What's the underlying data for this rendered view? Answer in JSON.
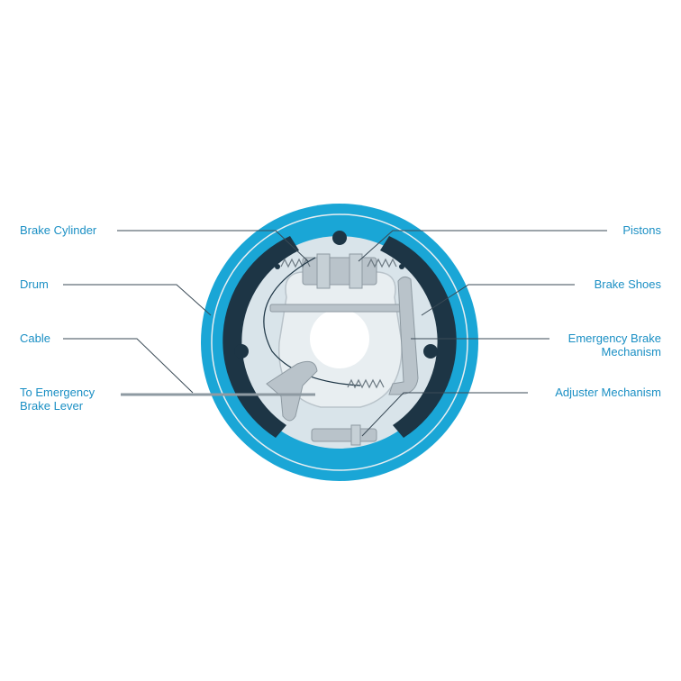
{
  "colors": {
    "drum_blue": "#1aa6d6",
    "drum_light": "#d9e4ea",
    "brake_shoe": "#1d3545",
    "parts_gray": "#b9c3ca",
    "label_text": "#1a8fc4",
    "leader_line": "#3a4a56"
  },
  "labels": {
    "brake_cylinder": "Brake Cylinder",
    "drum": "Drum",
    "cable": "Cable",
    "to_emergency_line1": "To Emergency",
    "to_emergency_line2": "Brake Lever",
    "pistons": "Pistons",
    "brake_shoes": "Brake Shoes",
    "emergency_mech_line1": "Emergency Brake",
    "emergency_mech_line2": "Mechanism",
    "adjuster_mechanism": "Adjuster Mechanism"
  }
}
